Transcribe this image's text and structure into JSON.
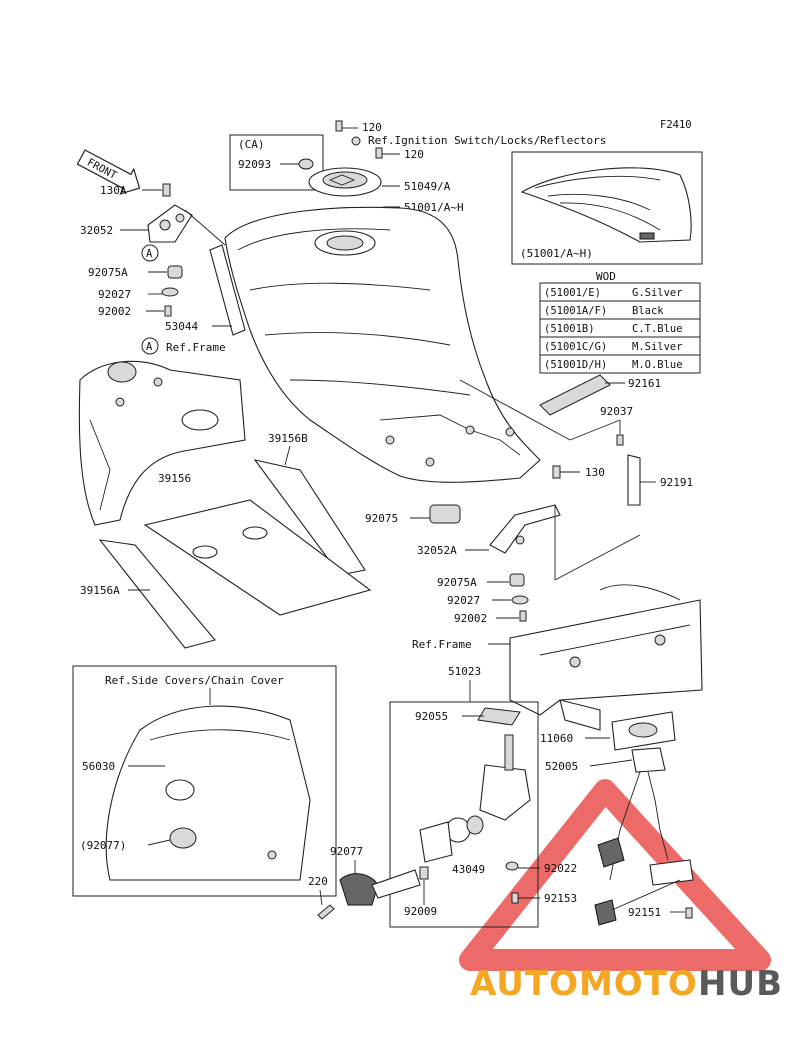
{
  "diagram_code": "F2410",
  "front_arrow": "FRONT",
  "ref_ignition": "Ref.Ignition Switch/Locks/Reflectors",
  "ref_frame_a": "Ref.Frame",
  "ref_frame_b": "Ref.Frame",
  "ref_side_covers": "Ref.Side Covers/Chain Cover",
  "circle_a": "A",
  "ca_box": {
    "title": "(CA)",
    "part": "92093"
  },
  "seat_box": {
    "label": "(51001/A~H)"
  },
  "color_table": {
    "header": "WOD",
    "rows": [
      {
        "code": "(51001/E)",
        "color": "G.Silver"
      },
      {
        "code": "(51001A/F)",
        "color": "Black"
      },
      {
        "code": "(51001B)",
        "color": "C.T.Blue"
      },
      {
        "code": "(51001C/G)",
        "color": "M.Silver"
      },
      {
        "code": "(51001D/H)",
        "color": "M.O.Blue"
      }
    ]
  },
  "parts": {
    "p120a": "120",
    "p120b": "120",
    "p51049": "51049/A",
    "p51001": "51001/A~H",
    "p130a": "130A",
    "p32052": "32052",
    "p92075a_l": "92075A",
    "p92027_l": "92027",
    "p92002_l": "92002",
    "p53044": "53044",
    "p39156b": "39156B",
    "p39156": "39156",
    "p39156a": "39156A",
    "p92161": "92161",
    "p92037": "92037",
    "p92191": "92191",
    "p130": "130",
    "p92075": "92075",
    "p32052a": "32052A",
    "p92075a_r": "92075A",
    "p92027_r": "92027",
    "p92002_r": "92002",
    "p51023": "51023",
    "p92055": "92055",
    "p11060": "11060",
    "p52005": "52005",
    "p56030": "56030",
    "p92077p": "(92077)",
    "p92077": "92077",
    "p220": "220",
    "p43049": "43049",
    "p92022": "92022",
    "p92153": "92153",
    "p92009": "92009",
    "p92151": "92151"
  },
  "watermark": {
    "part1": "AUTOMOTO",
    "part2": "HUB",
    "color1": "#f5a623",
    "color2": "#5a5a5a",
    "triangle": "#e53935"
  }
}
